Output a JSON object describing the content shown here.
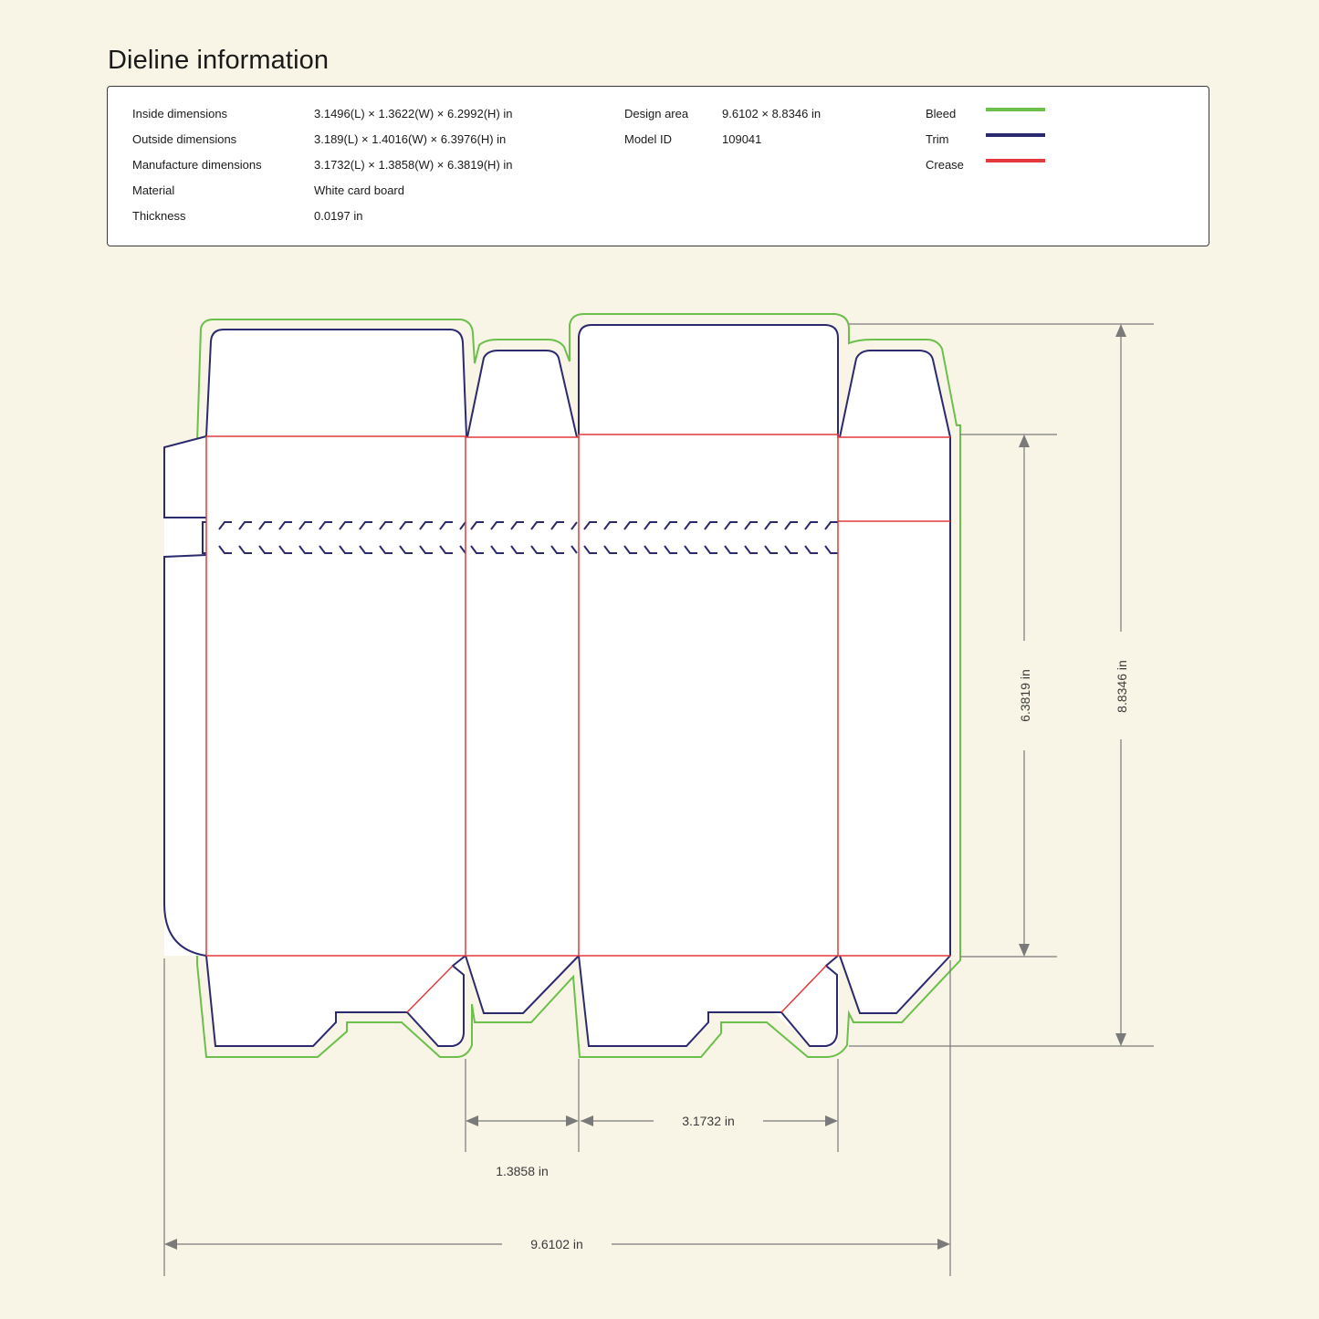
{
  "title": "Dieline information",
  "specs": [
    {
      "label": "Inside dimensions",
      "value": "3.1496(L) × 1.3622(W) × 6.2992(H) in"
    },
    {
      "label": "Outside dimensions",
      "value": "3.189(L) × 1.4016(W) × 6.3976(H) in"
    },
    {
      "label": "Manufacture dimensions",
      "value": "3.1732(L) × 1.3858(W) × 6.3819(H) in"
    },
    {
      "label": "Material",
      "value": "White card board"
    },
    {
      "label": "Thickness",
      "value": "0.0197 in"
    }
  ],
  "design": [
    {
      "label": "Design area",
      "value": "9.6102 × 8.8346 in"
    },
    {
      "label": "Model ID",
      "value": "109041"
    }
  ],
  "legend": [
    {
      "label": "Bleed",
      "color": "#6cbf4b"
    },
    {
      "label": "Trim",
      "color": "#2b2a6e"
    },
    {
      "label": "Crease",
      "color": "#e23a3a"
    }
  ],
  "dimensions": {
    "panel_width": "1.3858 in",
    "panel_length": "3.1732 in",
    "total_width": "9.6102 in",
    "body_height": "6.3819 in",
    "total_height": "8.8346 in"
  }
}
